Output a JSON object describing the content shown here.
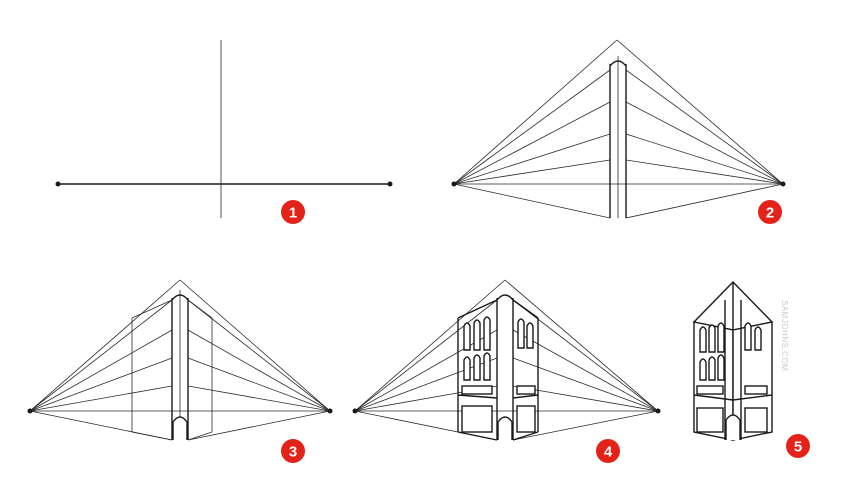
{
  "colors": {
    "badge": "#e32219",
    "line": "#1a1a1a"
  },
  "steps": [
    {
      "number": "1"
    },
    {
      "number": "2"
    },
    {
      "number": "3"
    },
    {
      "number": "4"
    },
    {
      "number": "5"
    }
  ],
  "watermark": "SAMJOHNS.COM"
}
